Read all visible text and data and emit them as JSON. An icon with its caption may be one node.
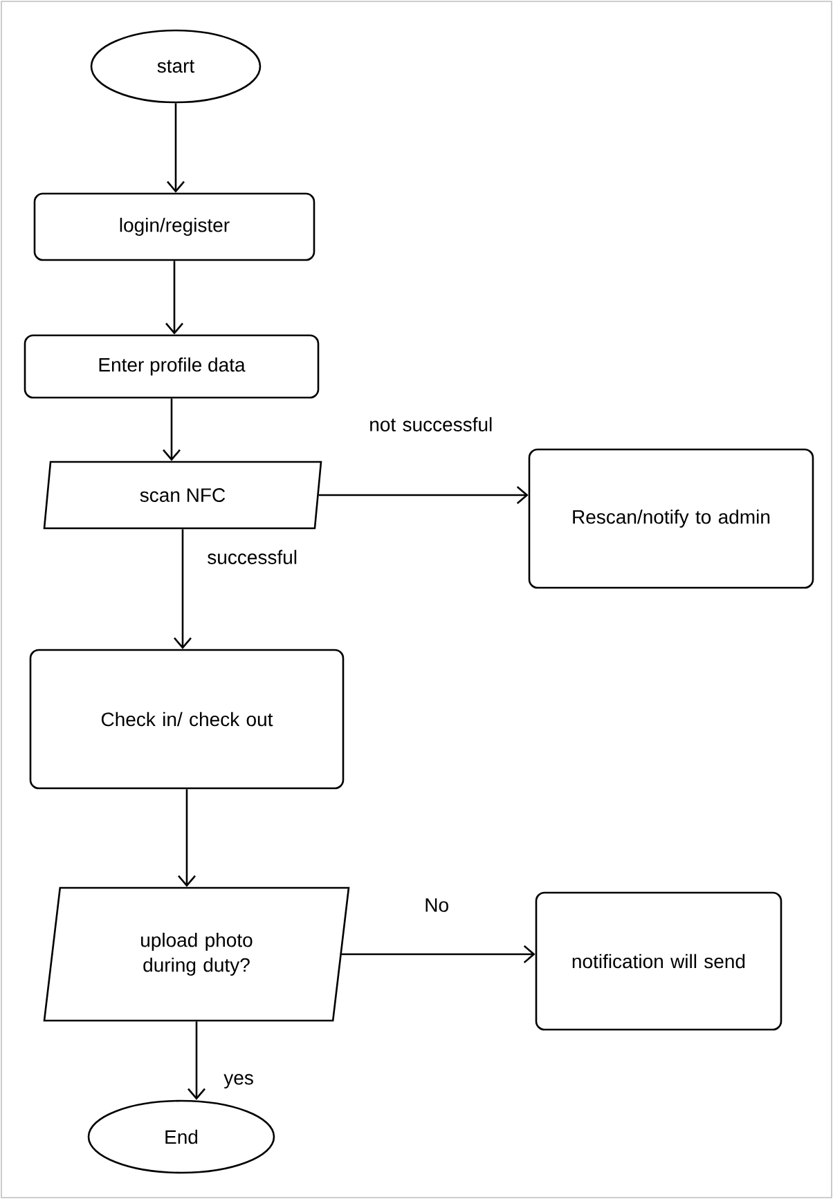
{
  "diagram": {
    "nodes": [
      {
        "text": [
          "start"
        ]
      },
      {
        "text": [
          "login/register"
        ]
      },
      {
        "text": [
          "Enter profile data"
        ]
      },
      {
        "text": [
          "scan NFC"
        ]
      },
      {
        "text": [
          "Rescan/notify to admin"
        ]
      },
      {
        "text": [
          "Check in/ check out"
        ]
      },
      {
        "text": [
          "upload photo during duty?"
        ]
      },
      {
        "text": [
          "notification will send"
        ]
      },
      {
        "text": [
          "End"
        ]
      }
    ],
    "edges": [
      {
        "from": 0,
        "to": 1,
        "arrow": "to"
      },
      {
        "from": 1,
        "to": 2,
        "arrow": "to"
      },
      {
        "from": 2,
        "to": 3,
        "arrow": "to"
      },
      {
        "from": 3,
        "to": 4,
        "arrow": "to",
        "label": "not successful"
      },
      {
        "from": 3,
        "to": 5,
        "arrow": "to",
        "label": "successful"
      },
      {
        "from": 5,
        "to": 6,
        "arrow": "to"
      },
      {
        "from": 6,
        "to": 7,
        "arrow": "to",
        "label": "No"
      },
      {
        "from": 6,
        "to": 8,
        "arrow": "to",
        "label": "yes"
      }
    ]
  }
}
